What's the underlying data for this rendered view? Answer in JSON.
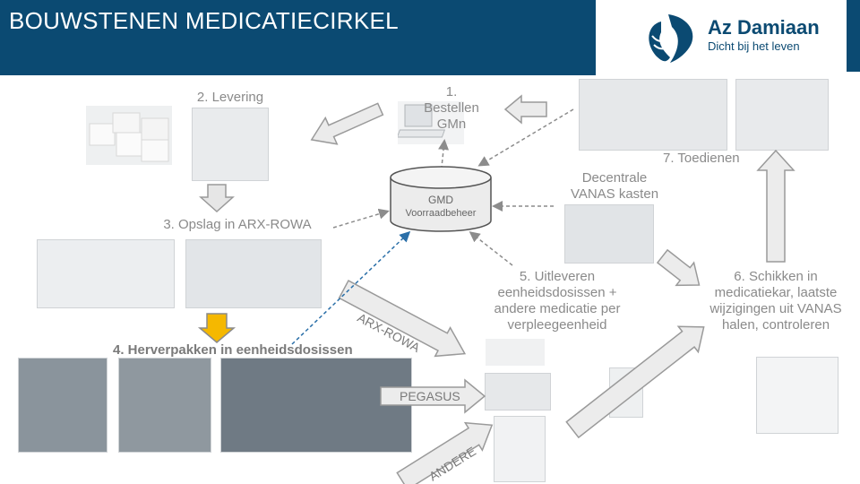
{
  "title": "BOUWSTENEN MEDICATIECIRKEL",
  "logo": {
    "name": "Az Damiaan",
    "tagline": "Dicht bij het leven",
    "color": "#0b4a72"
  },
  "steps": {
    "bestellen": "1. Bestellen GMn",
    "levering": "2. Levering",
    "opslag": "3. Opslag in ARX-ROWA",
    "herverpakken": "4. Herverpakken in eenheidsdosissen",
    "uitleveren": "5. Uitleveren eenheidsdosissen + andere medicatie per verpleegeenheid",
    "schikken": "6. Schikken in medicatiekar, laatste wijzigingen uit VANAS halen, controleren",
    "toedienen": "7. Toedienen"
  },
  "gmd": {
    "line1": "GMD",
    "line2": "Voorraadbeheer"
  },
  "decentraal": "Decentrale VANAS kasten",
  "arrow_labels": {
    "arx_rowa": "ARX-ROWA",
    "pegasus": "PEGASUS",
    "andere": "ANDERE"
  },
  "colors": {
    "header": "#0b4a72",
    "arrow_fill": "#e8e8e8",
    "arrow_stroke": "#9a9a9a",
    "highlight_arrow": "#f5b800",
    "dashed_link": "#2a6fa8"
  }
}
